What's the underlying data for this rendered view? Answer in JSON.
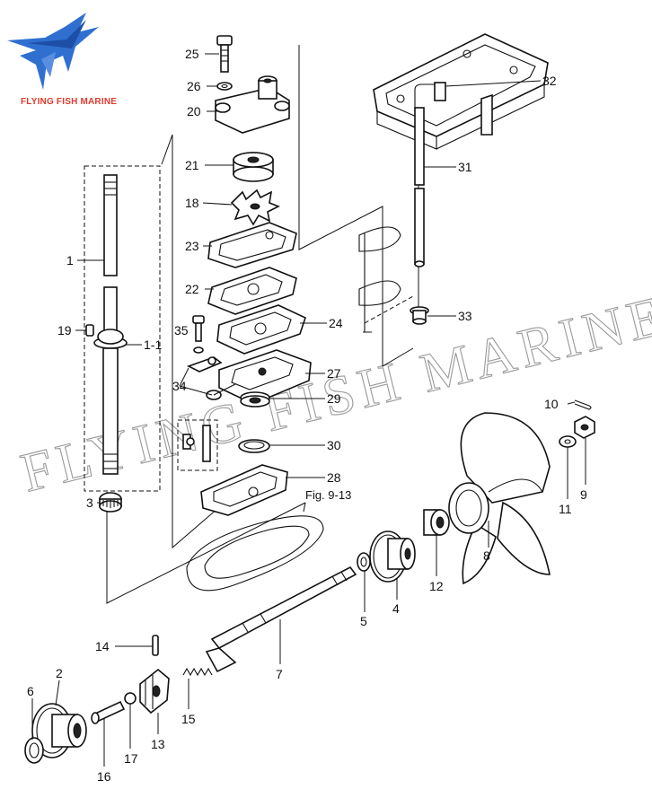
{
  "brand": {
    "name": "FLYING FISH MARINE",
    "logo_icon": "flying-fish-logo-icon",
    "logo_color": "#2f6fd0",
    "text_color": "#e23a2e"
  },
  "watermark": "FLYING FISH MARINE",
  "reference": "Fig. 9-13",
  "callouts": [
    {
      "id": "25",
      "part": "bolt-top"
    },
    {
      "id": "26",
      "part": "washer-top"
    },
    {
      "id": "20",
      "part": "pump-housing"
    },
    {
      "id": "21",
      "part": "insert-cartridge"
    },
    {
      "id": "18",
      "part": "impeller"
    },
    {
      "id": "23",
      "part": "gasket-upper"
    },
    {
      "id": "22",
      "part": "outer-plate"
    },
    {
      "id": "24",
      "part": "gasket-lower"
    },
    {
      "id": "35",
      "part": "bolt-side"
    },
    {
      "id": "34",
      "part": "bracket-plate"
    },
    {
      "id": "27",
      "part": "pump-base"
    },
    {
      "id": "29",
      "part": "oil-seal"
    },
    {
      "id": "30",
      "part": "seal-ring"
    },
    {
      "id": "28",
      "part": "base-gasket"
    },
    {
      "id": "1",
      "part": "drive-shaft"
    },
    {
      "id": "19",
      "part": "pin"
    },
    {
      "id": "1-1",
      "part": "drive-shaft-assembly"
    },
    {
      "id": "3",
      "part": "pinion"
    },
    {
      "id": "32",
      "part": "water-tube-grommet-top"
    },
    {
      "id": "31",
      "part": "water-tube"
    },
    {
      "id": "33",
      "part": "water-tube-grommet-bottom"
    },
    {
      "id": "10",
      "part": "cotter-pin"
    },
    {
      "id": "9",
      "part": "propeller-nut"
    },
    {
      "id": "11",
      "part": "washer-prop"
    },
    {
      "id": "8",
      "part": "propeller"
    },
    {
      "id": "12",
      "part": "spacer"
    },
    {
      "id": "4",
      "part": "forward-gear"
    },
    {
      "id": "5",
      "part": "thrust-washer"
    },
    {
      "id": "7",
      "part": "propeller-shaft"
    },
    {
      "id": "14",
      "part": "cross-pin"
    },
    {
      "id": "2",
      "part": "reverse-gear"
    },
    {
      "id": "6",
      "part": "shim"
    },
    {
      "id": "16",
      "part": "shift-plunger"
    },
    {
      "id": "17",
      "part": "plunger-ball"
    },
    {
      "id": "13",
      "part": "dog-clutch"
    },
    {
      "id": "15",
      "part": "spring"
    }
  ]
}
